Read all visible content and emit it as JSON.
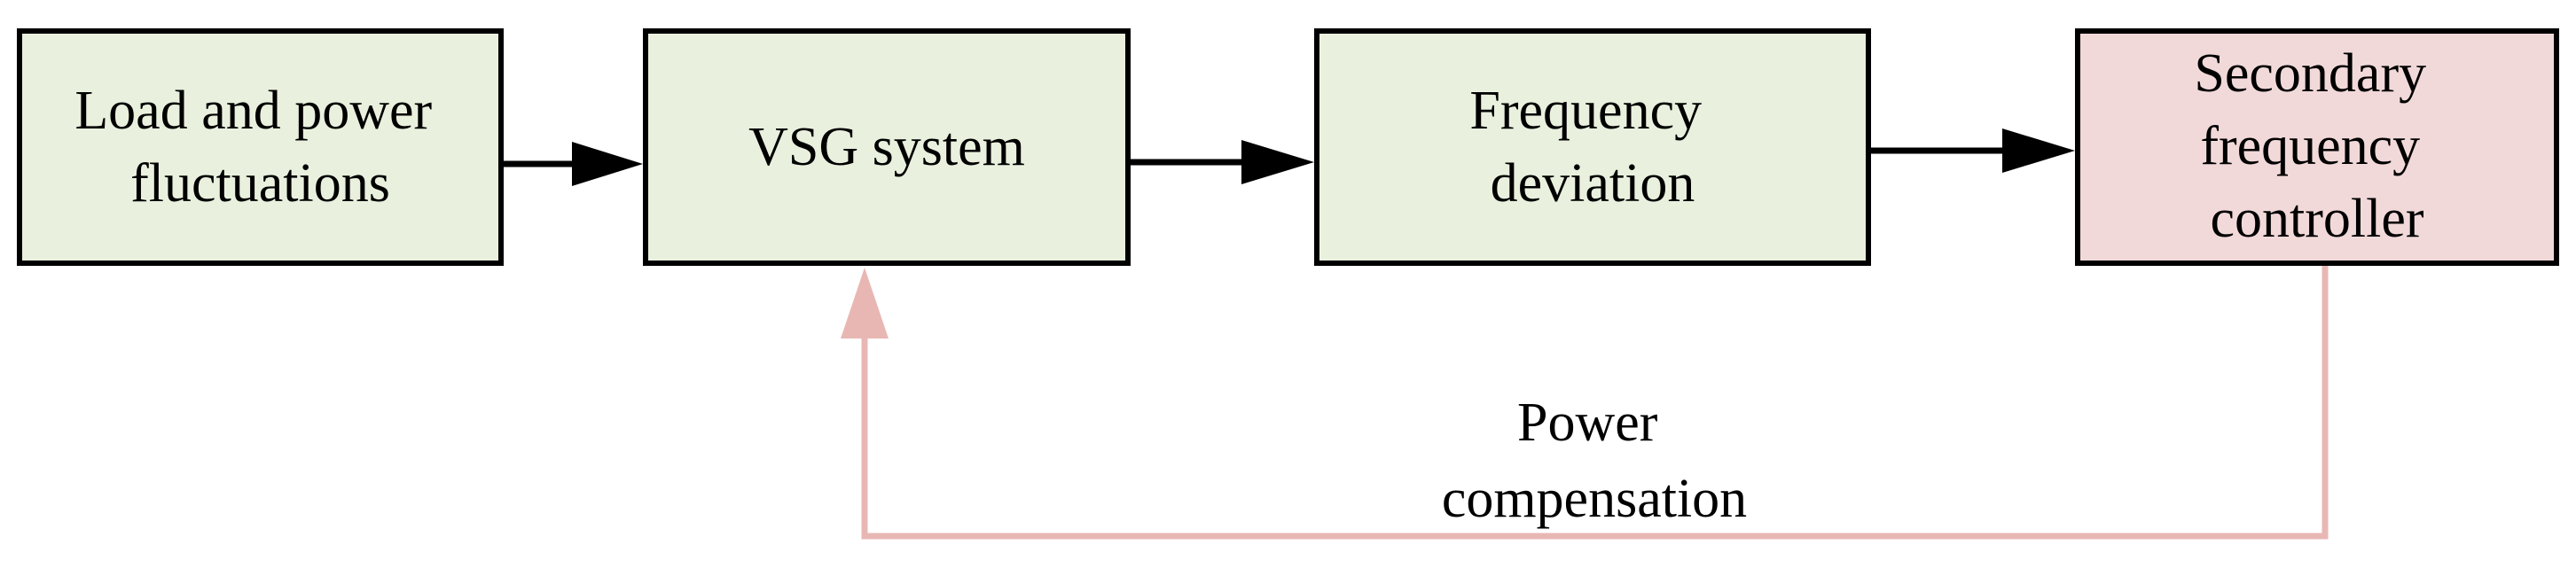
{
  "colors": {
    "process_fill": "#e9f1de",
    "controller_fill": "#f2d9d9",
    "flow_line": "#000000",
    "feedback_line": "#e8b7b4"
  },
  "nodes": [
    {
      "id": "load-and-power-fluctuations",
      "lines": [
        "Load and power",
        "fluctuations"
      ],
      "fill": "process"
    },
    {
      "id": "vsg-system",
      "lines": [
        "VSG system"
      ],
      "fill": "process"
    },
    {
      "id": "frequency-deviation",
      "lines": [
        "Frequency",
        "deviation"
      ],
      "fill": "process"
    },
    {
      "id": "secondary-frequency-controller",
      "lines": [
        "Secondary",
        "frequency",
        "controller"
      ],
      "fill": "controller"
    }
  ],
  "edges": [
    {
      "from": "load-and-power-fluctuations",
      "to": "vsg-system"
    },
    {
      "from": "vsg-system",
      "to": "frequency-deviation"
    },
    {
      "from": "frequency-deviation",
      "to": "secondary-frequency-controller"
    }
  ],
  "feedback": {
    "from": "secondary-frequency-controller",
    "to": "vsg-system",
    "label_lines": [
      "Power",
      "compensation"
    ]
  }
}
